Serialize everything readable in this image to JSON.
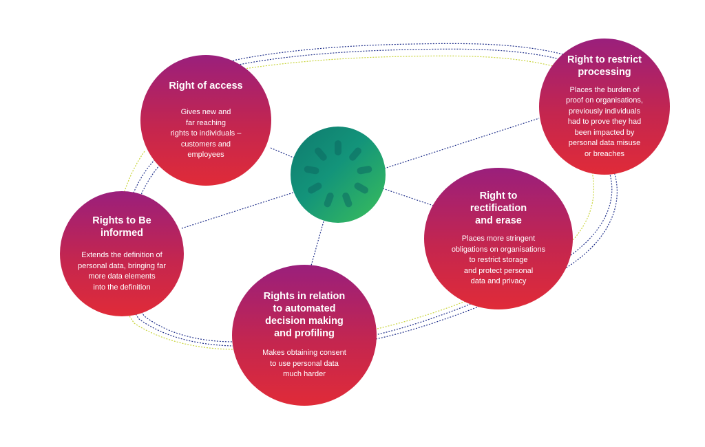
{
  "colors": {
    "node_gradient_top": "#9a1f7c",
    "node_gradient_bottom": "#e02b38",
    "hub_gradient_start": "#0f7a6e",
    "hub_gradient_end": "#3bbf5a",
    "connector_blue": "#1f2f8a",
    "connector_yellow": "#c8d43a"
  },
  "hub": {
    "icon": "gear-cog-icon"
  },
  "nodes": {
    "access": {
      "title": "Right of access",
      "desc": "Gives new and\nfar reaching\nrights to individuals –\ncustomers and\nemployees"
    },
    "restrict": {
      "title": "Right to restrict\nprocessing",
      "desc": "Places the burden of\nproof on organisations,\npreviously individuals\nhad to prove they had\nbeen impacted by\npersonal data misuse\nor breaches"
    },
    "informed": {
      "title": "Rights to Be\ninformed",
      "desc": "Extends the definition of\npersonal data, bringing far\nmore data elements\ninto the definition"
    },
    "rectify": {
      "title": "Right to\nrectification\nand erase",
      "desc": "Places more stringent\nobligations on organisations\nto restrict storage\nand protect personal\ndata and privacy"
    },
    "automated": {
      "title": "Rights in relation\nto automated\ndecision making\nand profiling",
      "desc": "Makes obtaining consent\nto use personal data\nmuch harder"
    }
  }
}
